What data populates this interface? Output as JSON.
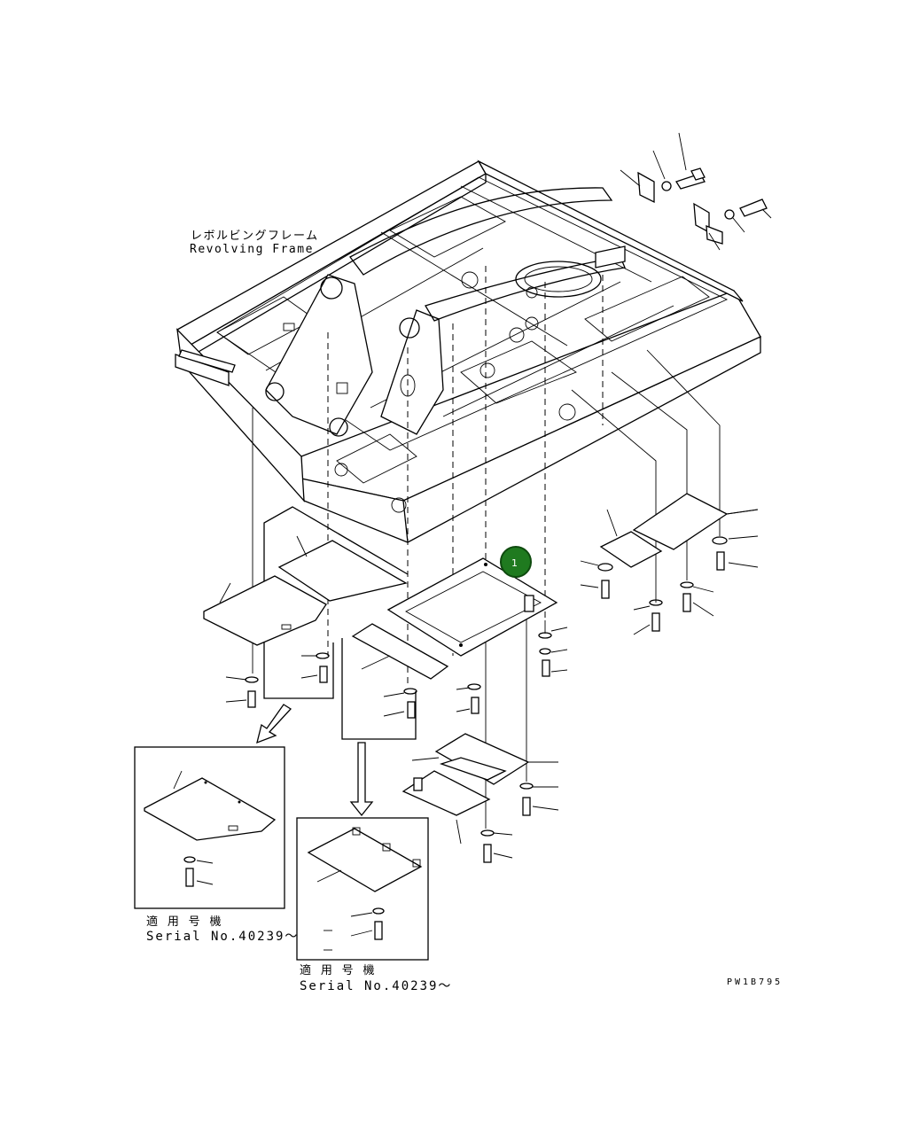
{
  "diagram": {
    "frame_label_jp": "レボルビングフレーム",
    "frame_label_en": "Revolving Frame",
    "callout_number": "1",
    "callout_color": "#1f7a1f",
    "inset_left": {
      "title_jp": "適 用 号 機",
      "serial": "Serial No.40239～"
    },
    "inset_right": {
      "title_jp": "適 用 号 機",
      "serial": "Serial No.40239～"
    },
    "drawing_code": "PW1B795"
  }
}
